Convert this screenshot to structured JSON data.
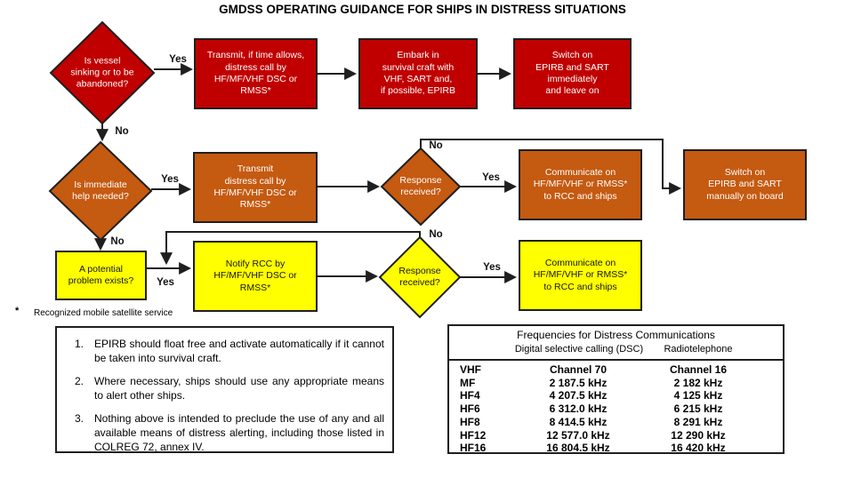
{
  "title": "GMDSS OPERATING GUIDANCE FOR SHIPS IN DISTRESS SITUATIONS",
  "colors": {
    "red": "#C00000",
    "orange": "#C55A11",
    "yellow": "#FFFF00",
    "line": "#1F1F1F"
  },
  "labels": {
    "yes": "Yes",
    "no": "No"
  },
  "nodes": {
    "vessel_sinking": "Is vessel\nsinking or to be\nabandoned?",
    "transmit_if_time": "Transmit, if time allows,\ndistress call by\nHF/MF/VHF DSC or\nRMSS*",
    "embark_craft": "Embark in\nsurvival craft with\nVHF, SART and,\nif possible, EPIRB",
    "switch_on_immediately": "Switch on\nEPIRB and SART\nimmediately\nand leave on",
    "immediate_help": "Is immediate\nhelp needed?",
    "transmit_distress": "Transmit\ndistress call by\nHF/MF/VHF DSC or\nRMSS*",
    "response_received_1": "Response\nreceived?",
    "communicate_1": "Communicate on\nHF/MF/VHF or RMSS*\nto RCC and ships",
    "switch_on_manually": "Switch on\nEPIRB and SART\nmanually on board",
    "potential_problem": "A potential\nproblem exists?",
    "notify_rcc": "Notify RCC by\nHF/MF/VHF DSC or\nRMSS*",
    "response_received_2": "Response\nreceived?",
    "communicate_2": "Communicate on\nHF/MF/VHF or RMSS*\nto RCC and ships"
  },
  "footnote": {
    "marker": "*",
    "text": "Recognized mobile satellite service"
  },
  "notes": [
    {
      "num": "1.",
      "text": "EPIRB should float free and activate automatically if it cannot be taken into survival craft."
    },
    {
      "num": "2.",
      "text": "Where necessary, ships should use any appropriate means to alert other ships."
    },
    {
      "num": "3.",
      "text": "Nothing above is intended to preclude the use of any and all available means of distress alerting, including those listed in COLREG 72, annex IV."
    }
  ],
  "freq_table": {
    "title": "Frequencies for Distress Communications",
    "col_dsc": "Digital selective calling (DSC)",
    "col_radio": "Radiotelephone",
    "rows": [
      {
        "band": "VHF",
        "dsc": "Channel 70",
        "radio": "Channel 16"
      },
      {
        "band": "MF",
        "dsc": "2 187.5 kHz",
        "radio": "2 182 kHz"
      },
      {
        "band": "HF4",
        "dsc": "4 207.5 kHz",
        "radio": "4 125 kHz"
      },
      {
        "band": "HF6",
        "dsc": "6 312.0 kHz",
        "radio": "6 215 kHz"
      },
      {
        "band": "HF8",
        "dsc": "8 414.5 kHz",
        "radio": "8 291 kHz"
      },
      {
        "band": "HF12",
        "dsc": "12 577.0 kHz",
        "radio": "12 290 kHz"
      },
      {
        "band": "HF16",
        "dsc": "16 804.5 kHz",
        "radio": "16 420 kHz"
      }
    ]
  }
}
